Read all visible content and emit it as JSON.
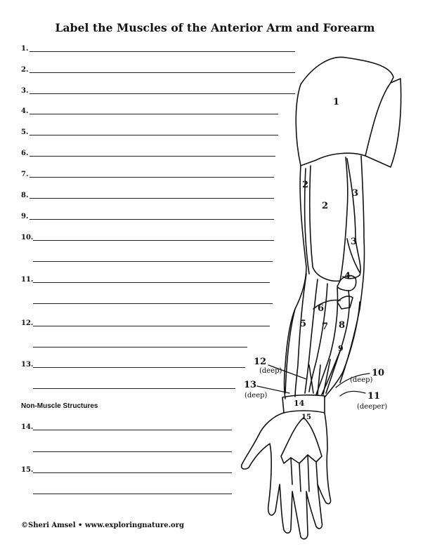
{
  "title": "Label the Muscles of the Anterior Arm and Forearm",
  "questions": [
    "1.",
    "2.",
    "3.",
    "4.",
    "5.",
    "6.",
    "7.",
    "8.",
    "9.",
    "10.",
    "11.",
    "12.",
    "13.",
    "14.",
    "15."
  ],
  "section_heading": "Non-Muscle Structures",
  "footer": "©Sheri Amsel • www.exploringnature.org",
  "diagram_labels": {
    "l1": "1",
    "l2a": "2",
    "l2b": "2",
    "l3a": "3",
    "l3b": "3",
    "l4": "4",
    "l5": "5",
    "l6": "6",
    "l7": "7",
    "l8": "8",
    "l9": "9",
    "l10": "10",
    "l11": "11",
    "l12": "12",
    "l13": "13",
    "l14": "14",
    "l15": "15",
    "deep_12": "(deep)",
    "deep_13": "(deep)",
    "deep_10": "(deep)",
    "deeper_11": "(deeper)"
  }
}
